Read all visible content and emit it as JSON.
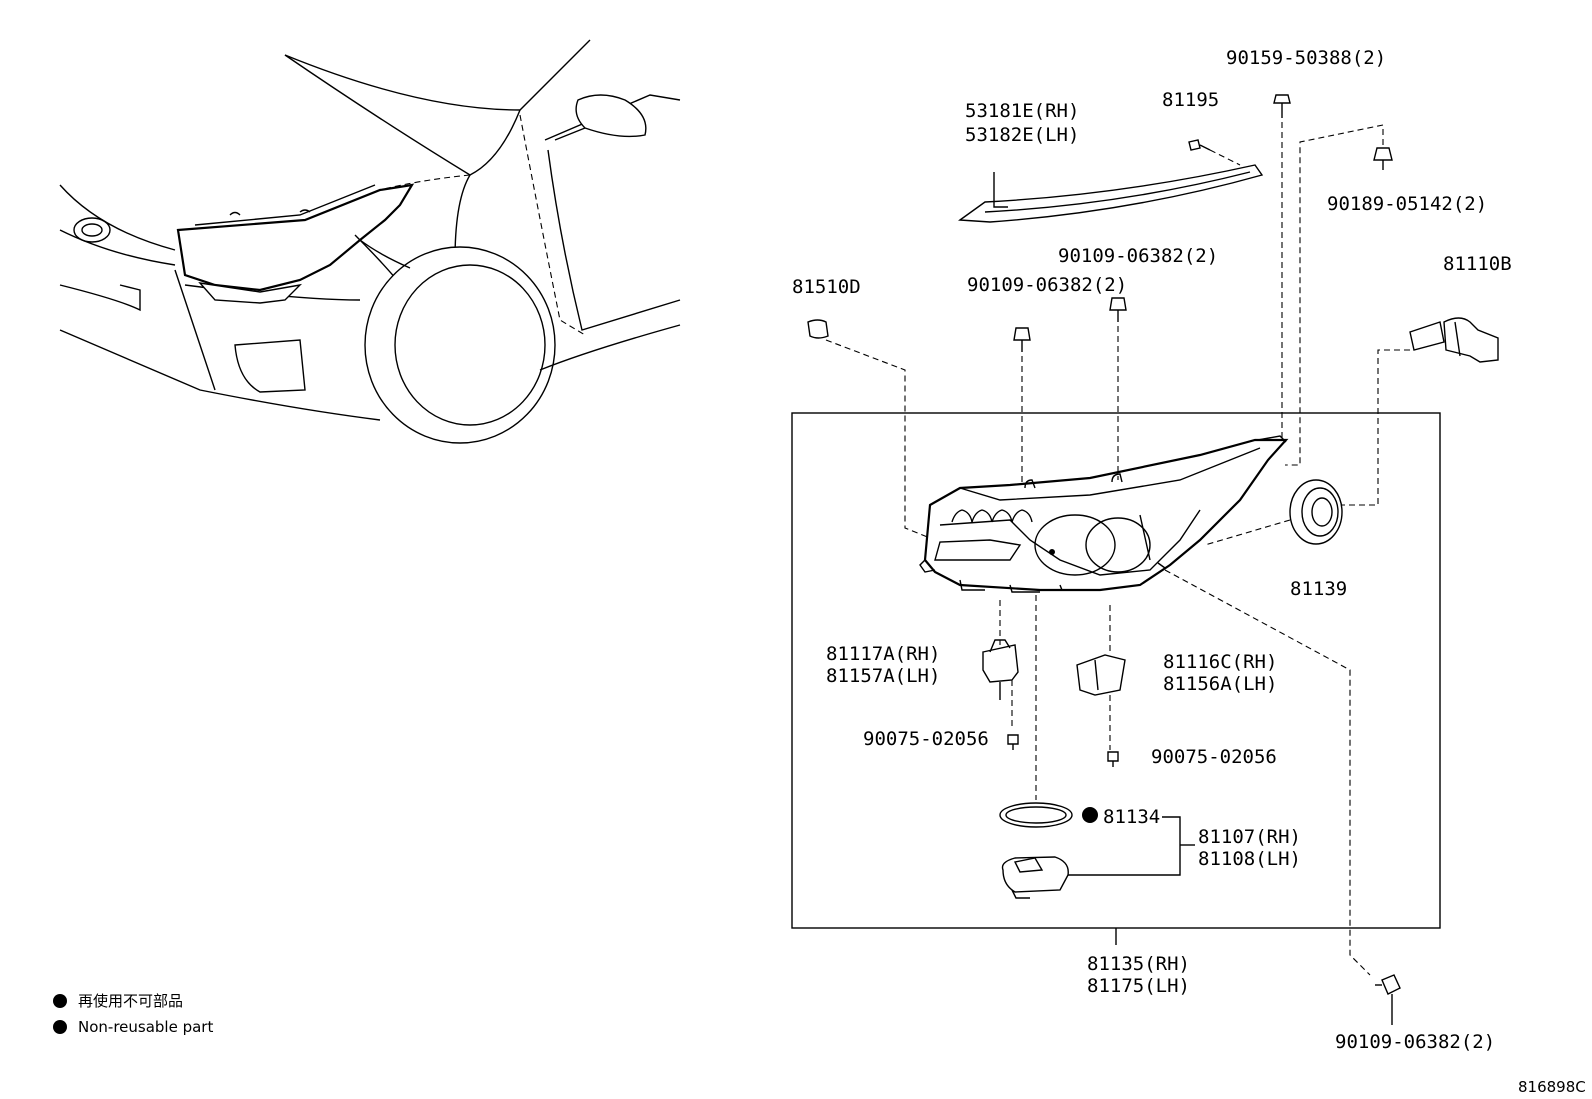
{
  "labels": {
    "p53181": "53181E(RH)",
    "p53182": "53182E(LH)",
    "p81195": "81195",
    "p90159": "90159-50388(2)",
    "p90189": "90189-05142(2)",
    "p90109a": "90109-06382(2)",
    "p90109b": "90109-06382(2)",
    "p81510": "81510D",
    "p81110": "81110B",
    "p81139": "81139",
    "p81117": "81117A(RH)",
    "p81157": "81157A(LH)",
    "p81116": "81116C(RH)",
    "p81156": "81156A(LH)",
    "p90075a": "90075-02056",
    "p90075b": "90075-02056",
    "p81134": "81134",
    "p81107": "81107(RH)",
    "p81108": "81108(LH)",
    "p81135": "81135(RH)",
    "p81175": "81175(LH)",
    "p90109c": "90109-06382(2)"
  },
  "legend": {
    "jp": "再使用不可部品",
    "en": "Non-reusable part"
  },
  "diagram_code": "816898C"
}
